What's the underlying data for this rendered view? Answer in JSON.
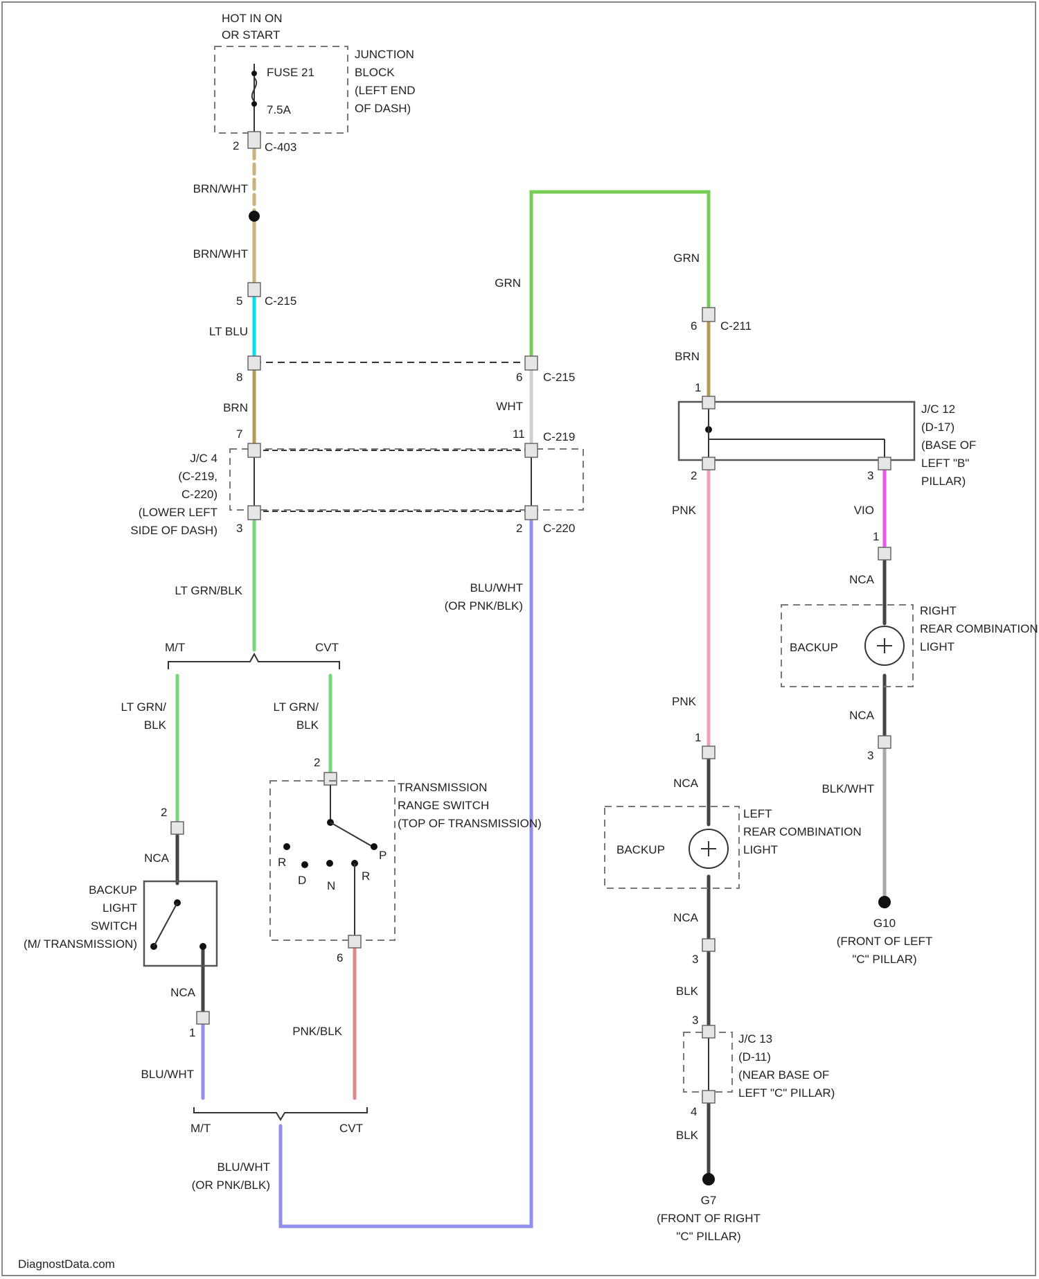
{
  "colors": {
    "brn_wht": "#c9b27a",
    "brn": "#b89a58",
    "lt_blu": "#00e0ee",
    "lt_grn_blk": "#7ad67a",
    "grn": "#77cc55",
    "wht": "#cfcfcf",
    "blu_wht": "#8f8fee",
    "pnk": "#f0a0b8",
    "vio": "#ee55ee",
    "pnk_blk": "#e08888",
    "blk": "#444444",
    "blk_wht": "#a9a9a9"
  },
  "power": {
    "line1": "HOT IN ON",
    "line2": "OR START"
  },
  "junction_block": {
    "fuse": "FUSE 21",
    "amp": "7.5A",
    "line1": "JUNCTION",
    "line2": "BLOCK",
    "line3": "(LEFT END",
    "line4": "OF DASH)",
    "pin": "2",
    "conn": "C-403"
  },
  "wires": {
    "brn_wht_1": "BRN/WHT",
    "brn_wht_2": "BRN/WHT",
    "lt_blu": "LT BLU",
    "brn": "BRN",
    "lt_grn_blk": "LT GRN/BLK",
    "grn_1": "GRN",
    "grn_2": "GRN",
    "wht": "WHT",
    "brn_right": "BRN",
    "blu_wht_mid_1": "BLU/WHT",
    "blu_wht_mid_2": "(OR PNK/BLK)",
    "pnk_1": "PNK",
    "pnk_2": "PNK",
    "vio": "VIO",
    "nca_r1": "NCA",
    "nca_r2": "NCA",
    "blk_wht": "BLK/WHT",
    "nca_l1": "NCA",
    "nca_l2": "NCA",
    "blk_1": "BLK",
    "blk_2": "BLK",
    "ltgrn_a1": "LT GRN/",
    "ltgrn_a2": "BLK",
    "ltgrn_b1": "LT GRN/",
    "ltgrn_b2": "BLK",
    "nca_sw1": "NCA",
    "nca_sw2": "NCA",
    "blu_wht_sw": "BLU/WHT",
    "pnk_blk": "PNK/BLK",
    "blu_wht_bot_1": "BLU/WHT",
    "blu_wht_bot_2": "(OR PNK/BLK)"
  },
  "connectors": {
    "c215_pin_top": "5",
    "c215_top": "C-215",
    "c215_pin_left": "8",
    "c215_pin_right": "6",
    "c215_right": "C-215",
    "c219_pin_left": "7",
    "c219_pin_right": "11",
    "c219": "C-219",
    "c220_pin_left": "3",
    "c220_pin_right": "2",
    "c220": "C-220",
    "c211_pin": "6",
    "c211": "C-211",
    "jc12_pin_top": "1",
    "jc12_pin_left": "2",
    "jc12_pin_right": "3",
    "rl_pin_top": "1",
    "rl_pin_bot": "3",
    "ll_pin_top": "1",
    "ll_pin_bot": "3",
    "jc13_pin_top": "3",
    "jc13_pin_bot": "4",
    "bsw_pin_top": "2",
    "bsw_pin_bot": "1",
    "trs_pin_top": "2",
    "trs_pin_bot": "6"
  },
  "jc4": {
    "line1": "J/C 4",
    "line2": "(C-219,",
    "line3": "C-220)",
    "line4": "(LOWER LEFT",
    "line5": "SIDE OF DASH)"
  },
  "jc12": {
    "line1": "J/C 12",
    "line2": "(D-17)",
    "line3": "(BASE OF",
    "line4": "LEFT \"B\"",
    "line5": "PILLAR)"
  },
  "jc13": {
    "line1": "J/C 13",
    "line2": "(D-11)",
    "line3": "(NEAR BASE OF",
    "line4": "LEFT \"C\" PILLAR)"
  },
  "split_top": {
    "mt": "M/T",
    "cvt": "CVT"
  },
  "split_bottom": {
    "mt": "M/T",
    "cvt": "CVT"
  },
  "transmission_range_switch": {
    "line1": "TRANSMISSION",
    "line2": "RANGE SWITCH",
    "line3": "(TOP OF TRANSMISSION)",
    "positions": [
      "R",
      "D",
      "N",
      "R",
      "P"
    ]
  },
  "backup_switch": {
    "line1": "BACKUP",
    "line2": "LIGHT",
    "line3": "SWITCH",
    "line4": "(M/ TRANSMISSION)"
  },
  "right_light": {
    "lamp": "BACKUP",
    "line1": "RIGHT",
    "line2": "REAR COMBINATION",
    "line3": "LIGHT"
  },
  "left_light": {
    "lamp": "BACKUP",
    "line1": "LEFT",
    "line2": "REAR COMBINATION",
    "line3": "LIGHT"
  },
  "ground_g10": {
    "name": "G10",
    "line1": "(FRONT OF LEFT",
    "line2": "\"C\" PILLAR)"
  },
  "ground_g7": {
    "name": "G7",
    "line1": "(FRONT OF RIGHT",
    "line2": "\"C\" PILLAR)"
  },
  "watermark": "DiagnostData.com"
}
